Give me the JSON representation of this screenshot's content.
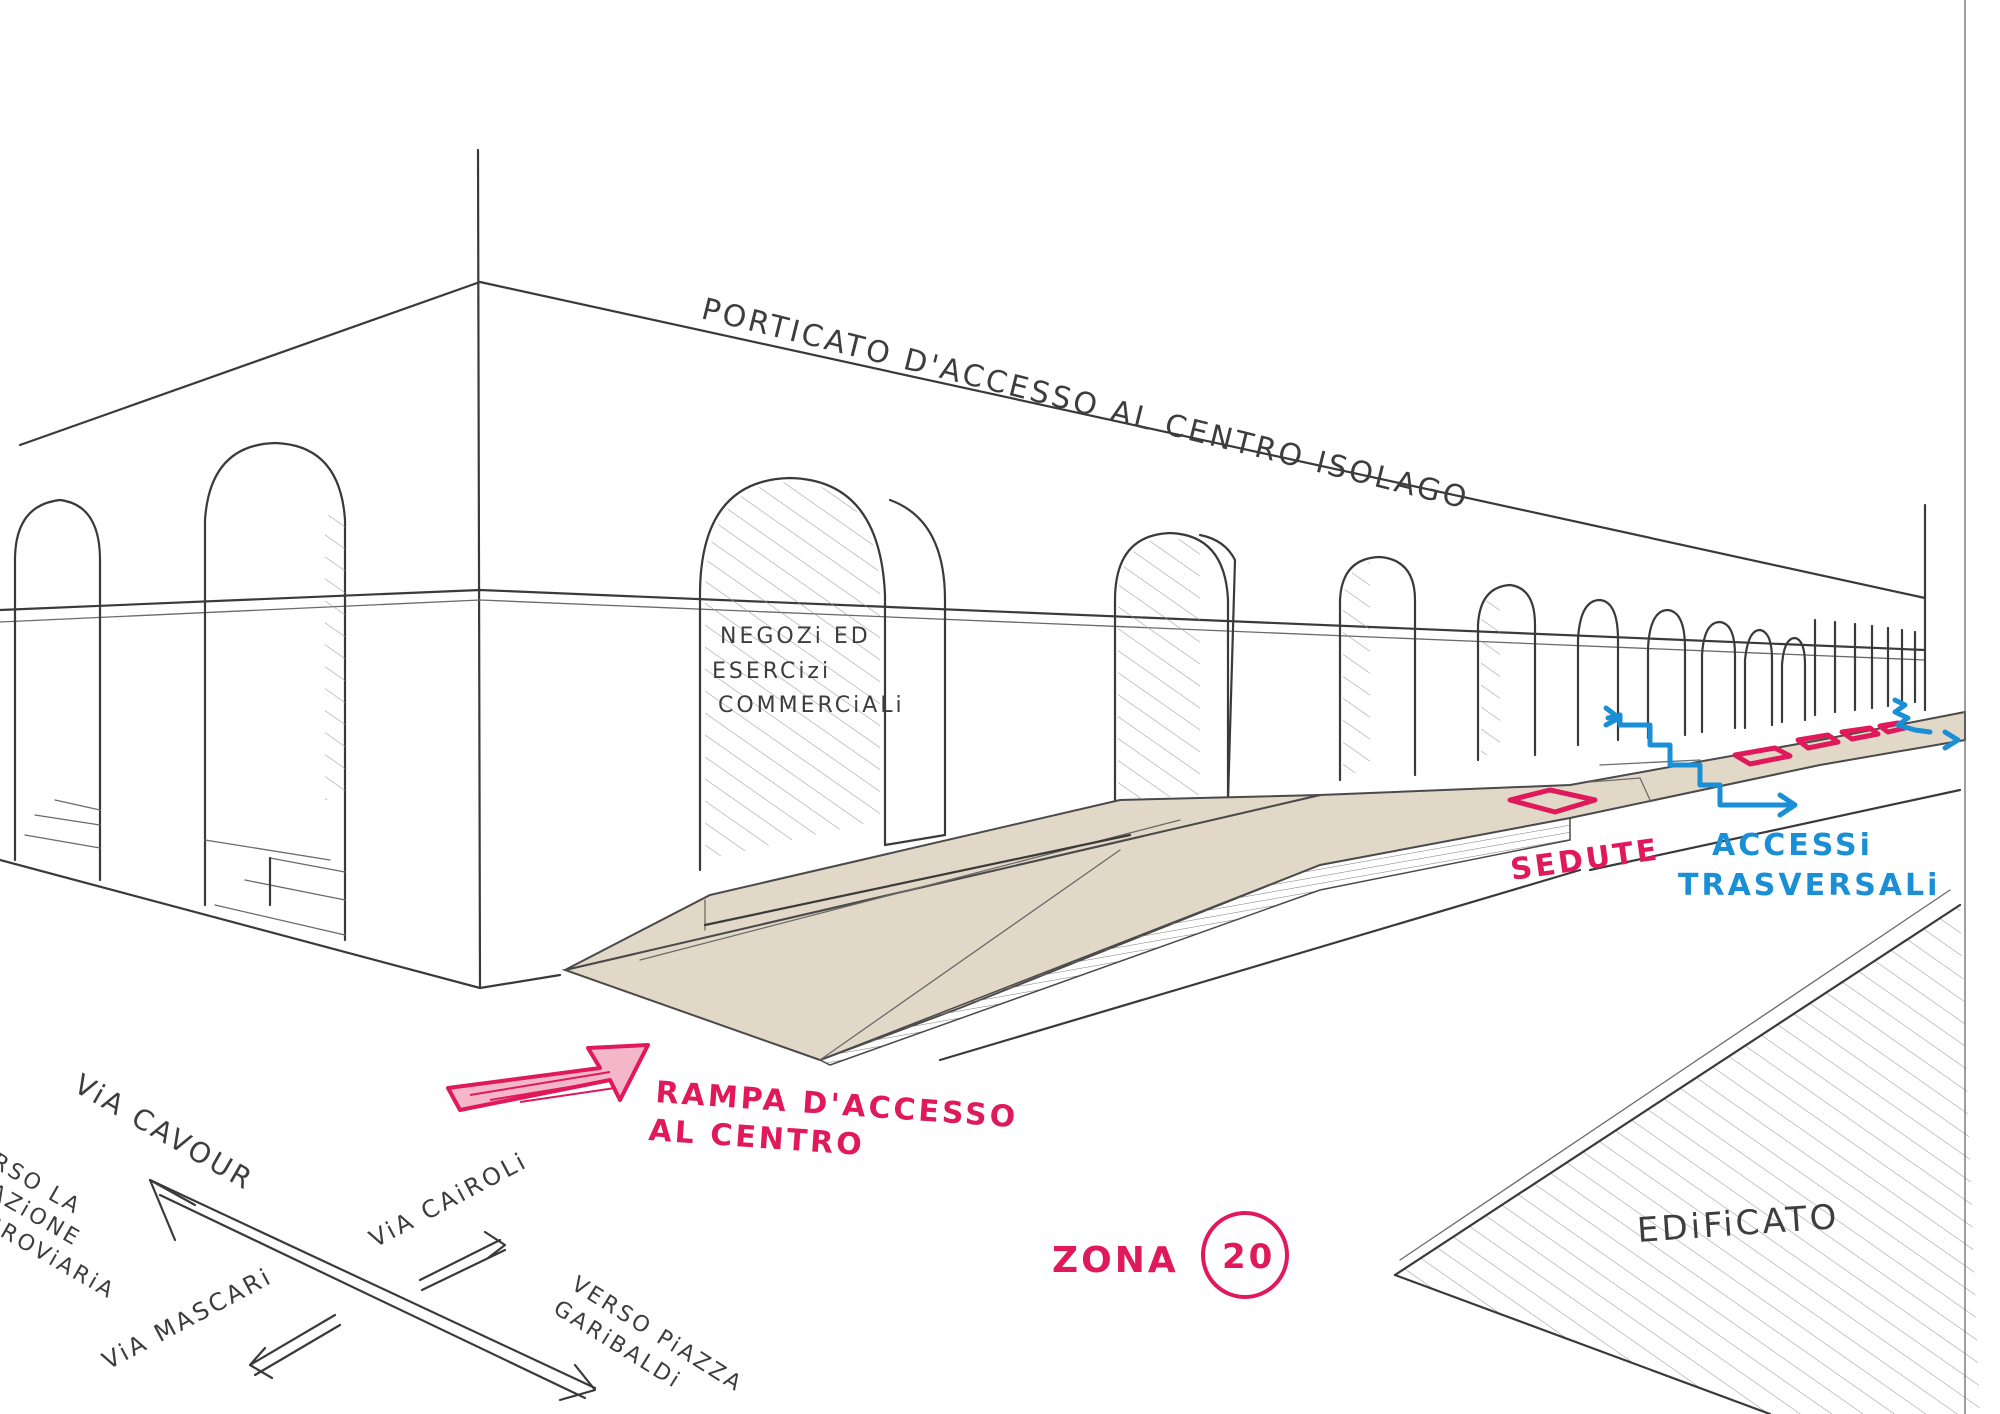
{
  "labels": {
    "porticato": "PORTICATO D'ACCESSO AL CENTRO ISOLAGO",
    "negozi": [
      "NEGOZi ED",
      "ESERCizi",
      "COMMERCiALi"
    ],
    "sedute": "SEDUTE",
    "accessi": [
      "ACCESSi",
      "TRASVERSALi"
    ],
    "rampa": [
      "RAMPA D'ACCESSO",
      "AL CENTRO"
    ],
    "edificato": "EDiFiCATO",
    "zona": "ZONA",
    "zona_number": "20"
  },
  "compass": {
    "via_cavour": "ViA CAVOUR",
    "via_cairoli": "ViA CAiROLi",
    "via_mascari": "ViA MASCARi",
    "verso_stazione": [
      "VERSO LA",
      "STAZiONE",
      "FERROViARiA"
    ],
    "verso_piazza": [
      "VERSO PiAZZA",
      "GARiBALDi"
    ]
  },
  "colors": {
    "pencil": "#3a3a3a",
    "ramp_fill": "#e2d8c8",
    "annotation_pink": "#e0195a",
    "annotation_blue": "#1a8fd6"
  }
}
